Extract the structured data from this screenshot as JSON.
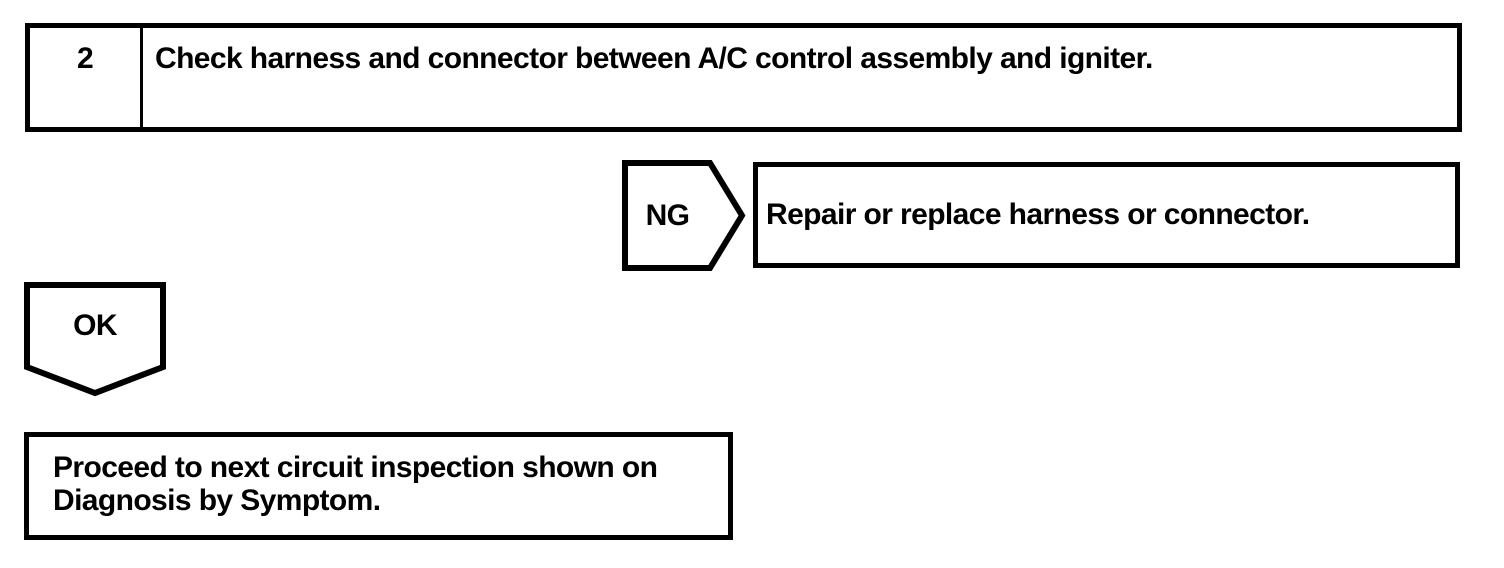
{
  "colors": {
    "ink": "#000000",
    "paper": "#ffffff"
  },
  "flowchart": {
    "step_box": {
      "number": "2",
      "instruction": "Check harness and connector between A/C control assembly and igniter."
    },
    "ng_branch": {
      "label": "NG",
      "action": "Repair or replace harness or connector."
    },
    "ok_branch": {
      "label": "OK"
    },
    "proceed_box": {
      "line1": "Proceed to next circuit inspection shown on",
      "line2": "Diagnosis by Symptom."
    }
  }
}
